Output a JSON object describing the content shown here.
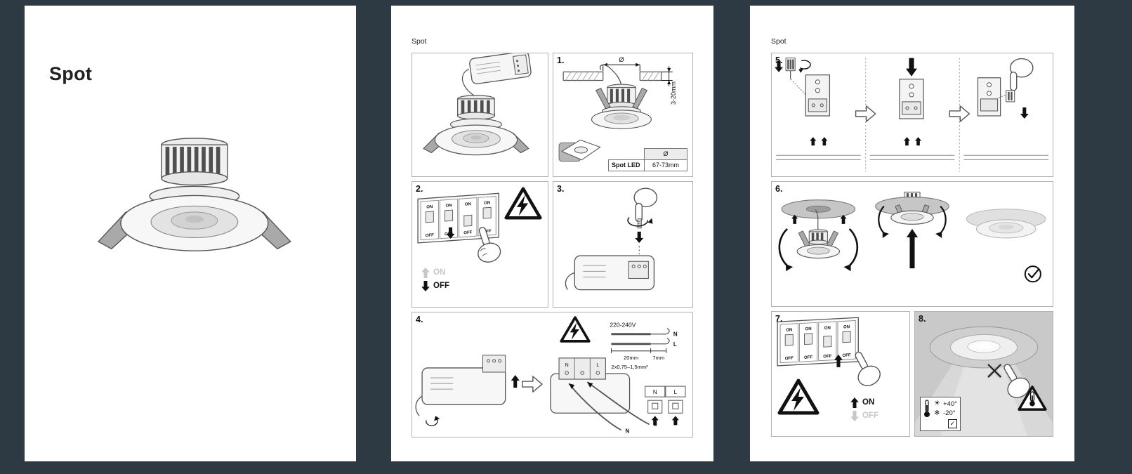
{
  "colors": {
    "background": "#2d3a43",
    "page": "#ffffff",
    "panel_border": "#b2b2b2",
    "step8_background": "#c9c9c9",
    "warning_ink": "#111111",
    "dim_gray": "#c7c7c7"
  },
  "page1": {
    "title": "Spot"
  },
  "page2": {
    "header": "Spot",
    "step1": {
      "number": "1.",
      "diameter_symbol": "Ø",
      "ceiling_thickness": "3-20mm",
      "table": {
        "header": "Ø",
        "product": "Spot LED",
        "cutout": "67-73mm"
      }
    },
    "step2": {
      "number": "2.",
      "on": "ON",
      "off": "OFF"
    },
    "step3": {
      "number": "3."
    },
    "step4": {
      "number": "4.",
      "voltage": "220-240V",
      "neutral": "N",
      "live": "L",
      "strip_20": "20mm",
      "strip_7": "7mm",
      "wire_spec": "2x0,75–1,5mm²"
    }
  },
  "page3": {
    "header": "Spot",
    "step5": {
      "number": "5."
    },
    "step6": {
      "number": "6."
    },
    "step7": {
      "number": "7.",
      "on": "ON",
      "off": "OFF"
    },
    "step8": {
      "number": "8.",
      "temp_max": "+40°",
      "temp_min": "-20°"
    }
  },
  "breaker": {
    "on": "ON",
    "off": "OFF"
  },
  "icons": {
    "sun": "☀",
    "snowflake": "❄",
    "check": "✓"
  }
}
